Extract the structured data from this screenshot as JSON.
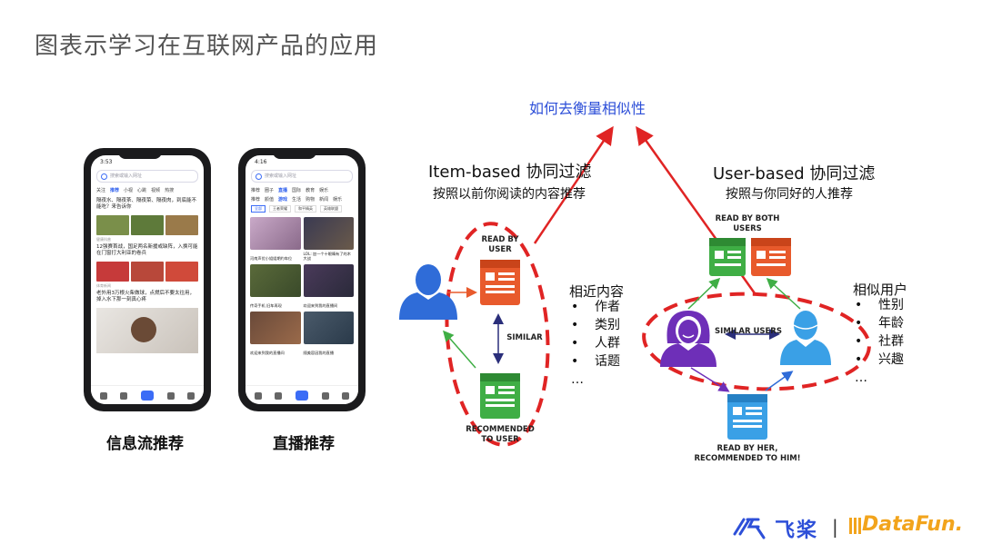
{
  "slide": {
    "title": "图表示学习在互联网产品的应用",
    "center_question": "如何去衡量相似性"
  },
  "phones": [
    {
      "caption": "信息流推荐",
      "status_time": "3:53",
      "search_placeholder": "搜索或输入网址",
      "tabs": [
        "关注",
        "推荐",
        "小视",
        "心跳",
        "视频",
        "热搜"
      ],
      "active_tab": "推荐",
      "news": [
        {
          "text": "隔夜水、隔夜茶、隔夜菜、隔夜肉，到底能不能吃？来告诉你",
          "meta": "健康科普"
        },
        {
          "text": "12强赛首战，国足两名新援或缺阵，入换可能在门窗打大利亚的卷兵",
          "meta": "体育新闻"
        },
        {
          "text": "老外用3万根火柴做球，点燃后不要太往用，掉入水下那一刻真心疼",
          "meta": ""
        }
      ]
    },
    {
      "caption": "直播推荐",
      "status_time": "4:16",
      "search_placeholder": "搜索或输入网址",
      "tabs": [
        "推荐",
        "圈子",
        "直播",
        "国际",
        "教育",
        "娱乐"
      ],
      "active_tab": "直播",
      "subtabs": [
        "推荐",
        "颜值",
        "游戏",
        "生活",
        "购物",
        "新闻",
        "娱乐"
      ],
      "filters": [
        "全部",
        "王者荣耀",
        "和平精英",
        "英雄联盟"
      ],
      "cards": [
        "河南声优小姐姐期约车位",
        "LOL: 加一个十眼睛有了的木大战",
        "传奇手机 旧车再现",
        "欢迎来到我的直播间",
        "欢迎来到我的直播间",
        "随美容因我的直播"
      ]
    }
  ],
  "item_based": {
    "heading": "Item-based 协同过滤",
    "subheading": "按照以前你阅读的内容推荐",
    "read_by_user": "READ BY\nUSER",
    "similar": "SIMILAR",
    "recommended": "RECOMMENDED\nTO USER",
    "list_title": "相近内容",
    "list": [
      "作者",
      "类别",
      "人群",
      "话题"
    ],
    "ellipsis": "…"
  },
  "user_based": {
    "heading": "User-based 协同过滤",
    "subheading": "按照与你同好的人推荐",
    "read_by_both": "READ BY BOTH\nUSERS",
    "similar_users": "SIMILAR USERS",
    "read_by_her": "READ BY HER,\nRECOMMENDED TO HIM!",
    "list_title": "相似用户",
    "list": [
      "性别",
      "年龄",
      "社群",
      "兴趣"
    ],
    "ellipsis": "…"
  },
  "logos": {
    "paddle": "飞桨",
    "separator": "|",
    "datafun": "DataFun."
  },
  "colors": {
    "blue": "#2f6cd8",
    "purple": "#6e2fb8",
    "orange": "#e85a2c",
    "green": "#3fae45",
    "light_blue": "#3aa0e6",
    "red_dash": "#e02424",
    "question_blue": "#2d4fd8"
  }
}
